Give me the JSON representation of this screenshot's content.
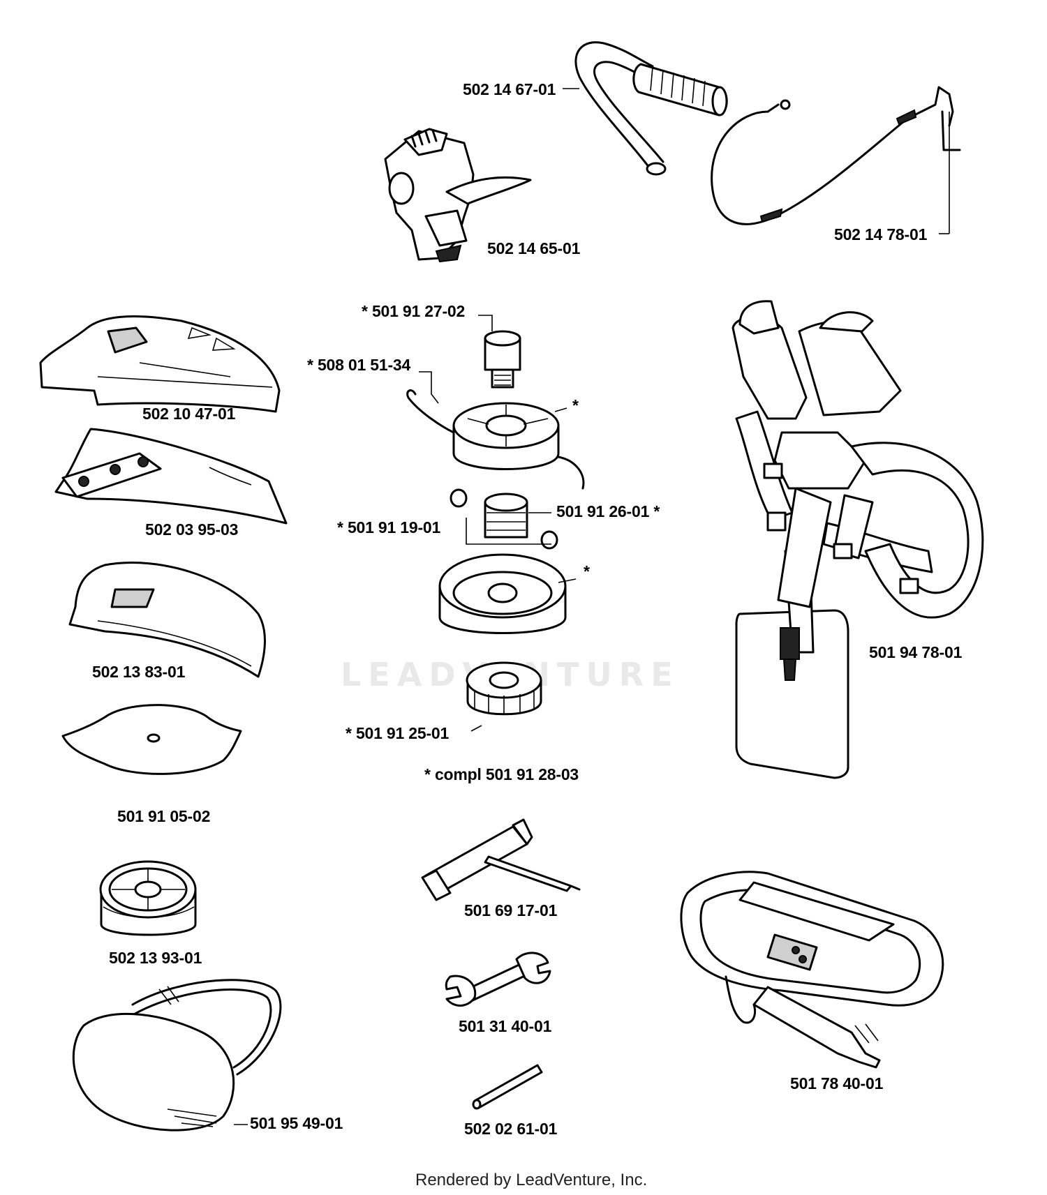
{
  "parts": [
    {
      "id": "502 14 67-01",
      "part": "handle"
    },
    {
      "id": "502 14 65-01",
      "part": "throttle-housing"
    },
    {
      "id": "502 14 78-01",
      "part": "throttle-cable"
    },
    {
      "id": "501 91 27-02",
      "mark": "*",
      "part": "head-bolt"
    },
    {
      "id": "508 01 51-34",
      "mark": "*",
      "part": "trimmer-line"
    },
    {
      "id": "501 91 26-01",
      "mark": "*",
      "part": "spring"
    },
    {
      "id": "501 91 19-01",
      "mark": "*",
      "part": "eyelets"
    },
    {
      "id": "501 91 25-01",
      "mark": "*",
      "part": "tap-knob"
    },
    {
      "id": "502 10 47-01",
      "part": "guard-1"
    },
    {
      "id": "502 03 95-03",
      "part": "guard-2"
    },
    {
      "id": "502 13 83-01",
      "part": "guard-3"
    },
    {
      "id": "501 91 05-02",
      "part": "blade"
    },
    {
      "id": "502 13 93-01",
      "part": "spool"
    },
    {
      "id": "501 95 49-01",
      "part": "hip-pad"
    },
    {
      "id": "501 94 78-01",
      "part": "harness"
    },
    {
      "id": "501 69 17-01",
      "part": "combination-wrench"
    },
    {
      "id": "501 31 40-01",
      "part": "open-end-wrench"
    },
    {
      "id": "502 02 61-01",
      "part": "pin"
    },
    {
      "id": "501 78 40-01",
      "part": "shoulder-strap"
    }
  ],
  "trimmer_head_assembly": {
    "mark": "*",
    "label": "compl 501 91 28-03"
  },
  "loose_marks": [
    "*",
    "*"
  ],
  "labels": {
    "p1": "502 14 67-01",
    "p2": "502 14 65-01",
    "p3": "502 14 78-01",
    "p4": "* 501 91 27-02",
    "p5": "* 508 01 51-34",
    "p6": "501 91 26-01 *",
    "p7": "* 501 91 19-01",
    "p8": "* 501 91 25-01",
    "p9": "* compl 501 91 28-03",
    "p10": "502 10 47-01",
    "p11": "502 03 95-03",
    "p12": "502 13 83-01",
    "p13": "501 91 05-02",
    "p14": "502 13 93-01",
    "p15": "501 95 49-01",
    "p16": "501 94 78-01",
    "p17": "501 69 17-01",
    "p18": "501 31 40-01",
    "p19": "502 02 61-01",
    "p20": "501 78 40-01",
    "star_a": "*",
    "star_b": "*"
  },
  "watermark": "LEADVENTURE",
  "footer": "Rendered by LeadVenture, Inc."
}
